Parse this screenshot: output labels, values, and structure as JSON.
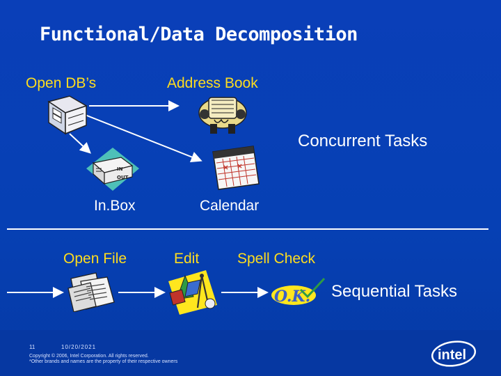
{
  "slide": {
    "title": "Functional/Data Decomposition",
    "labels": {
      "open_dbs": "Open DB’s",
      "address_book": "Address Book",
      "concurrent_tasks": "Concurrent Tasks",
      "inbox": "In.Box",
      "calendar": "Calendar",
      "open_file": "Open File",
      "edit": "Edit",
      "spell_check": "Spell Check",
      "sequential_tasks": "Sequential Tasks"
    },
    "ok_text": "O.K.",
    "inbox_tray_text": "IN",
    "outbox_tray_text": "OUT"
  },
  "footer": {
    "slide_number": "11",
    "date": "10/20/2021",
    "copyright": "Copyright © 2006, Intel Corporation. All rights reserved.",
    "trademark": "*Other brands and names are the property of their respective owners",
    "logo_text": "intel"
  },
  "colors": {
    "background": "#0a3fb8",
    "label_yellow": "#ffdd1e",
    "text_white": "#ffffff"
  }
}
